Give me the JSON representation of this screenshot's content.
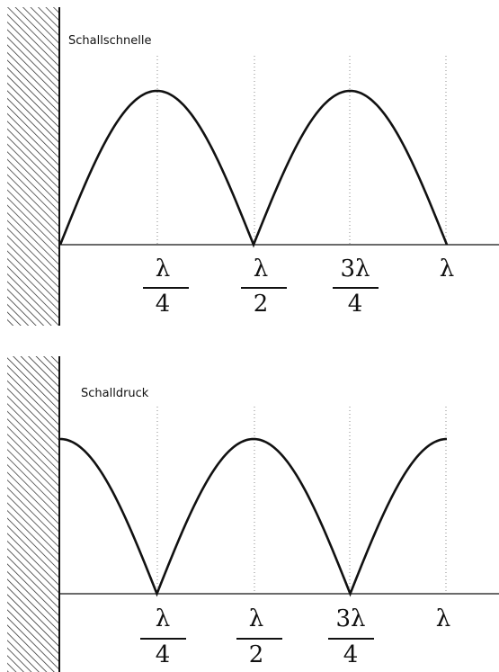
{
  "panels": [
    {
      "title": "Schallschnelle",
      "quantity": "particle velocity amplitude",
      "node_positions_lambda": [
        0,
        0.5,
        1
      ],
      "antinode_positions_lambda": [
        0.25,
        0.75
      ],
      "tick_labels": [
        {
          "num": "λ",
          "den": "4"
        },
        {
          "num": "λ",
          "den": "2"
        },
        {
          "num": "3λ",
          "den": "4"
        },
        {
          "num": "λ",
          "den": ""
        }
      ]
    },
    {
      "title": "Schalldruck",
      "quantity": "sound pressure amplitude",
      "node_positions_lambda": [
        0.25,
        0.75
      ],
      "antinode_positions_lambda": [
        0,
        0.5,
        1
      ],
      "tick_labels": [
        {
          "num": "λ",
          "den": "4"
        },
        {
          "num": "λ",
          "den": "2"
        },
        {
          "num": "3λ",
          "den": "4"
        },
        {
          "num": "λ",
          "den": ""
        }
      ]
    }
  ]
}
